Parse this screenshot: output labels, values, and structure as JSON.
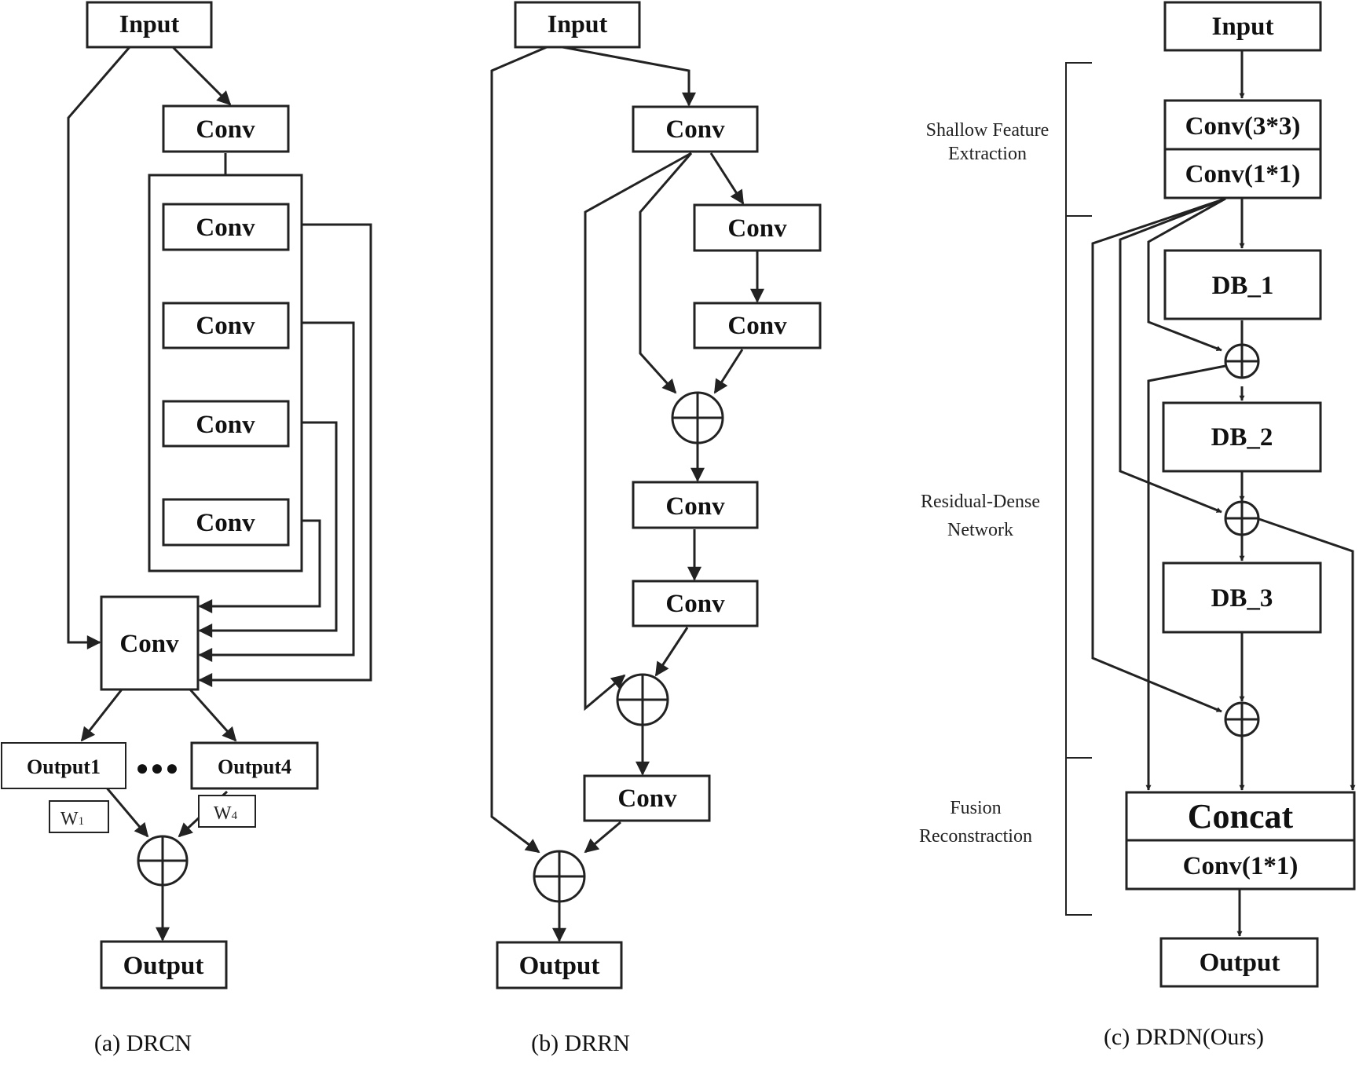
{
  "panel_a": {
    "input": "Input",
    "conv": "Conv",
    "output1": "Output1",
    "output4": "Output4",
    "ellipsis": "●●●",
    "w1_base": "W",
    "w1_sub": "1",
    "w4_base": "W",
    "w4_sub": "4",
    "output": "Output",
    "caption": "(a) DRCN"
  },
  "panel_b": {
    "input": "Input",
    "conv": "Conv",
    "output": "Output",
    "caption": "(b) DRRN"
  },
  "panel_c": {
    "input": "Input",
    "conv33": "Conv(3*3)",
    "conv11": "Conv(1*1)",
    "db1": "DB_1",
    "db2": "DB_2",
    "db3": "DB_3",
    "concat": "Concat",
    "conv11_out": "Conv(1*1)",
    "output": "Output",
    "stage1_line1": "Shallow Feature",
    "stage1_line2": "Extraction",
    "stage2_line1": "Residual-Dense",
    "stage2_line2": "Network",
    "stage3_line1": "Fusion",
    "stage3_line2": "Reconstraction",
    "caption": "(c) DRDN(Ours)"
  }
}
